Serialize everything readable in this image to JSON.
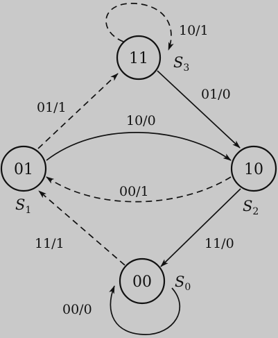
{
  "states": [
    {
      "id": "s3",
      "code": "11",
      "name": "S",
      "sub": "3"
    },
    {
      "id": "s1",
      "code": "01",
      "name": "S",
      "sub": "1"
    },
    {
      "id": "s2",
      "code": "10",
      "name": "S",
      "sub": "2"
    },
    {
      "id": "s0",
      "code": "00",
      "name": "S",
      "sub": "0"
    }
  ],
  "transitions": [
    {
      "id": "s3-self",
      "from": "11",
      "to": "11",
      "label": "10/1",
      "style": "dashed"
    },
    {
      "id": "s1-s3",
      "from": "01",
      "to": "11",
      "label": "01/1",
      "style": "dashed"
    },
    {
      "id": "s3-s2",
      "from": "11",
      "to": "10",
      "label": "01/0",
      "style": "solid"
    },
    {
      "id": "s1-s2",
      "from": "01",
      "to": "10",
      "label": "10/0",
      "style": "solid"
    },
    {
      "id": "s2-s1",
      "from": "10",
      "to": "01",
      "label": "00/1",
      "style": "dashed"
    },
    {
      "id": "s2-s0",
      "from": "10",
      "to": "00",
      "label": "11/0",
      "style": "solid"
    },
    {
      "id": "s0-s1",
      "from": "00",
      "to": "01",
      "label": "11/1",
      "style": "dashed"
    },
    {
      "id": "s0-self",
      "from": "00",
      "to": "00",
      "label": "00/0",
      "style": "solid"
    }
  ]
}
